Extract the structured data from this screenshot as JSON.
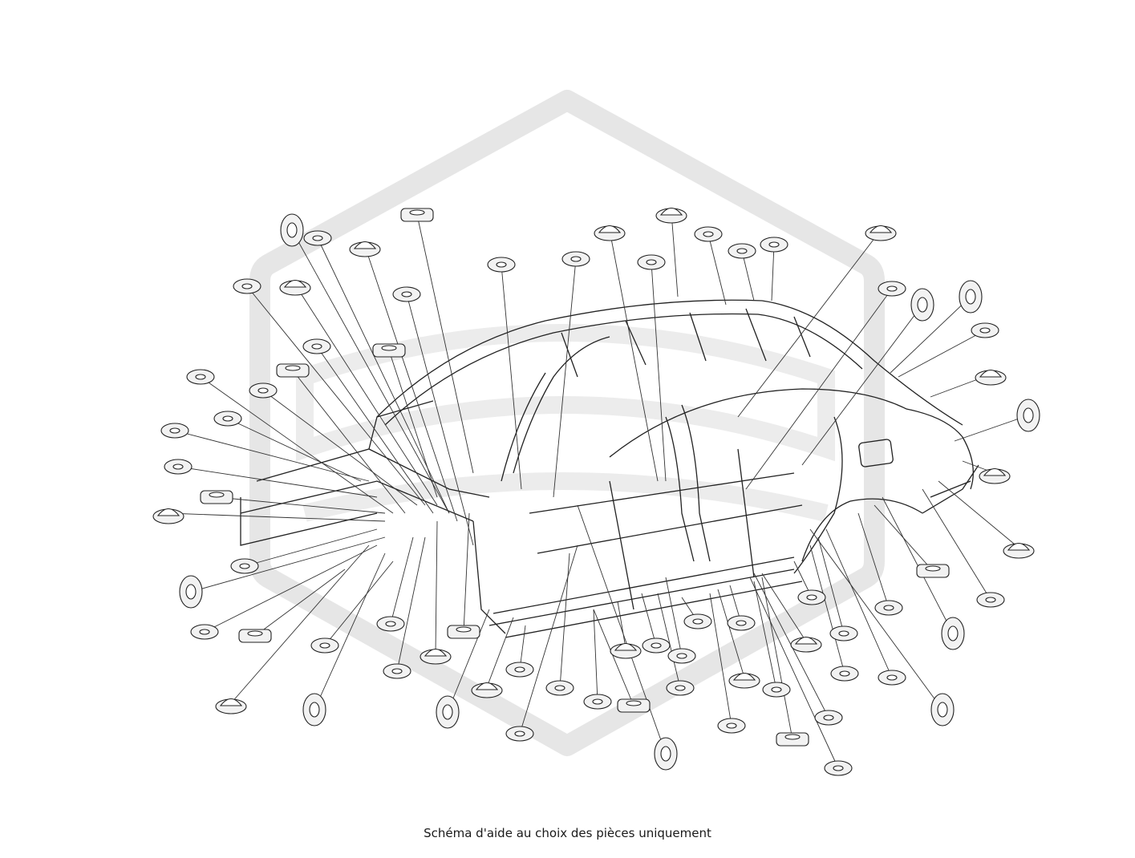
{
  "caption": "Schéma d'aide au choix des pièces uniquement",
  "colors": {
    "line": "#222222",
    "watermark": "#e6e6e6",
    "part_fill": "#f2f2f2"
  },
  "diagram": {
    "subject": "car-body-shell-exploded",
    "icons": [
      "watermark-logo",
      "car-body-shell",
      "plug-grommet"
    ]
  }
}
